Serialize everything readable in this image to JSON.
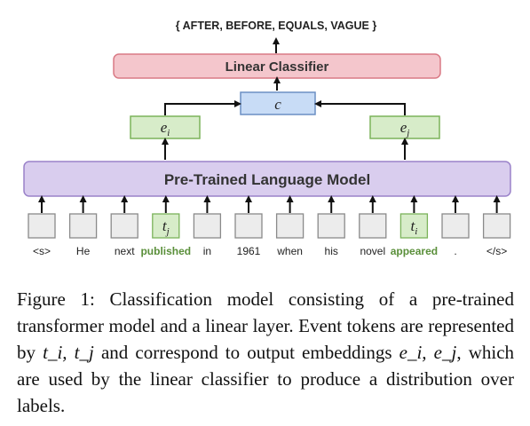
{
  "diagram": {
    "labels_output": "{ AFTER, BEFORE, EQUALS, VAGUE }",
    "classifier": "Linear Classifier",
    "c": "c",
    "ei": "e",
    "ei_sub": "i",
    "ej": "e",
    "ej_sub": "j",
    "lm": "Pre-Trained Language Model",
    "tokens": [
      "<s>",
      "He",
      "next",
      "published",
      "in",
      "1961",
      "when",
      "his",
      "novel",
      "appeared",
      ".",
      "</s>"
    ],
    "event_tokens": [
      3,
      9
    ],
    "tj_label": "t",
    "tj_sub": "j",
    "ti_label": "t",
    "ti_sub": "i",
    "colors": {
      "classifier_fill": "#f4c6cc",
      "classifier_stroke": "#d97a85",
      "c_fill": "#c8dcf6",
      "c_stroke": "#6b8fc4",
      "e_fill": "#d7ecc9",
      "e_stroke": "#7bb35a",
      "lm_fill": "#d9cdee",
      "lm_stroke": "#9a82c9",
      "token_fill": "#ececec",
      "token_stroke": "#8a8a8a",
      "event_text": "#5a8f3a"
    }
  },
  "caption": {
    "prefix": "Figure 1:",
    "text_1": "Classification model consisting of a pre-trained transformer model and a linear layer. Event tokens are represented by ",
    "math_t": "t_i, t_j",
    "text_2": " and correspond to output embeddings ",
    "math_e": "e_i, e_j",
    "text_3": ", which are used by the linear classifier to produce a distribution over labels."
  }
}
